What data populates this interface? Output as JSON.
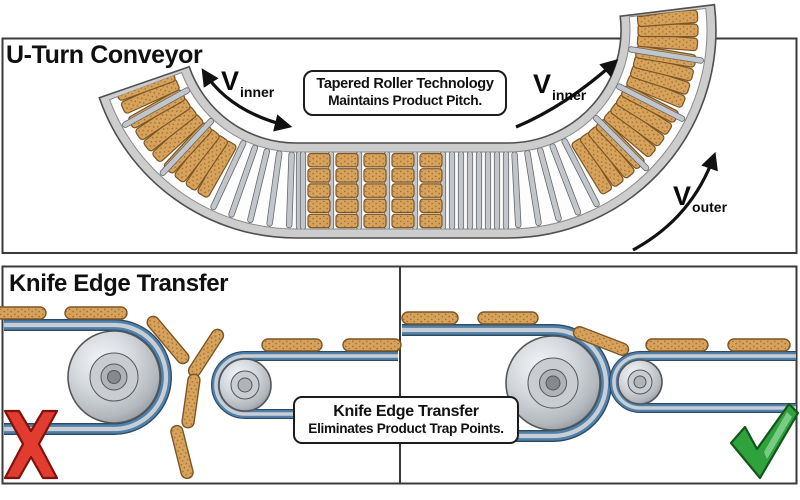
{
  "top_panel": {
    "title": "U-Turn Conveyor",
    "callout": {
      "line1": "Tapered Roller Technology",
      "line2": "Maintains Product Pitch."
    },
    "labels": {
      "v_inner_left": {
        "symbol": "V",
        "subscript": "inner"
      },
      "v_inner_right": {
        "symbol": "V",
        "subscript": "inner"
      },
      "v_outer": {
        "symbol": "V",
        "subscript": "outer"
      }
    }
  },
  "bottom_panel": {
    "title": "Knife Edge Transfer",
    "callout": {
      "line1": "Knife Edge Transfer",
      "line2": "Eliminates Product Trap Points."
    },
    "bad_symbol": "X",
    "good_symbol": "check"
  },
  "colors": {
    "frame": "#3a3a3a",
    "band": "#cdcdcd",
    "band_edge": "#4f4f4f",
    "bed": "#fdfdfd",
    "roller_fill": "#c2c6ca",
    "roller_edge": "#64686c",
    "cookie": "#d7a35c",
    "cookie_dot": "#a06f2e",
    "cookie_border": "#7c5524",
    "belt_outline": "#2e4a5f",
    "belt_blue": "#4f81ad",
    "belt_core": "#c9ced4",
    "metal_edge": "#53575b",
    "ring1": "#c9cdd1",
    "ring2": "#b0b4b8",
    "hub": "#868a8e",
    "red_x": "#e23b30",
    "red_x_dark": "#7e120c",
    "green_check": "#2fa23c",
    "green_check_dark": "#13551c",
    "green_check_light": "#86d294",
    "arrow": "#111111"
  }
}
